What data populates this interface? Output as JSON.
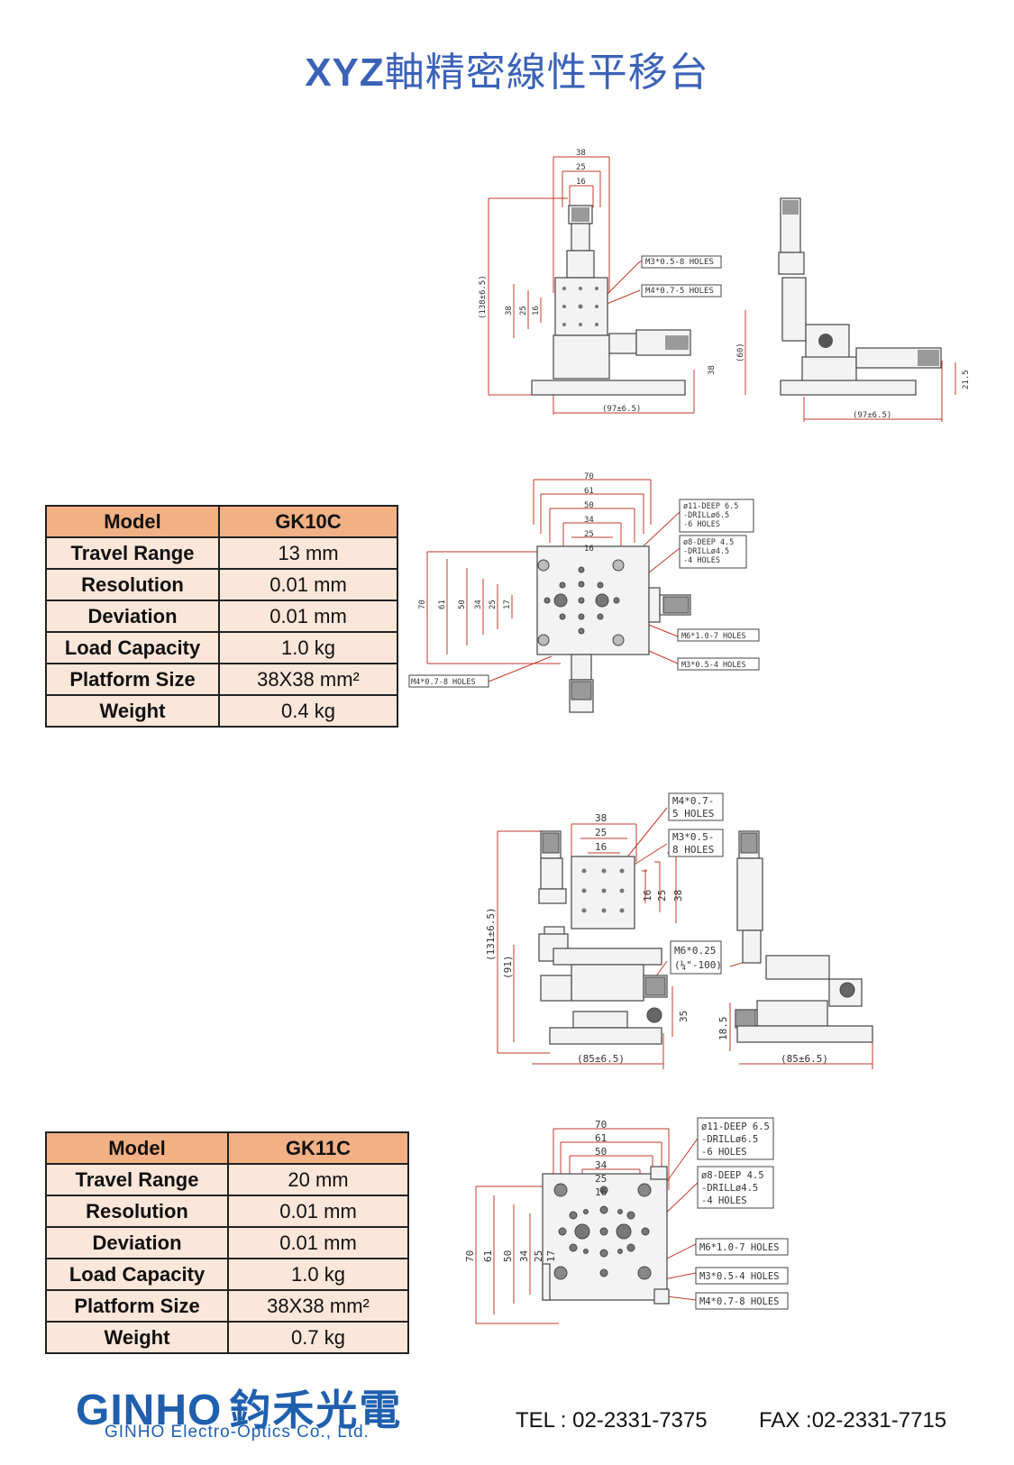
{
  "title": {
    "latin": "XYZ",
    "cjk": "軸精密線性平移台"
  },
  "table1": {
    "header": [
      "Model",
      "GK10C"
    ],
    "rows": [
      [
        "Travel Range",
        "13 mm"
      ],
      [
        "Resolution",
        "0.01 mm"
      ],
      [
        "Deviation",
        "0.01 mm"
      ],
      [
        "Load Capacity",
        "1.0 kg"
      ],
      [
        "Platform Size",
        "38X38 mm²"
      ],
      [
        "Weight",
        "0.4 kg"
      ]
    ]
  },
  "table2": {
    "header": [
      "Model",
      "GK11C"
    ],
    "rows": [
      [
        "Travel Range",
        "20 mm"
      ],
      [
        "Resolution",
        "0.01 mm"
      ],
      [
        "Deviation",
        "0.01 mm"
      ],
      [
        "Load Capacity",
        "1.0 kg"
      ],
      [
        "Platform Size",
        "38X38 mm²"
      ],
      [
        "Weight",
        "0.7 kg"
      ]
    ]
  },
  "drawing1": {
    "dims": [
      "38",
      "25",
      "16",
      "(138±6.5)",
      "38",
      "25",
      "16",
      "38",
      "(60)",
      "(97±6.5)",
      "(97±6.5)",
      "21.5"
    ],
    "callouts": [
      "M3*0.5-8 HOLES",
      "M4*0.7-5 HOLES"
    ]
  },
  "drawing2": {
    "dims": [
      "70",
      "61",
      "50",
      "34",
      "25",
      "16",
      "70",
      "61",
      "50",
      "34",
      "25",
      "17"
    ],
    "callouts": [
      "ø11-DEEP 6.5",
      "-DRILLø6.5",
      "-6 HOLES",
      "ø8-DEEP 4.5",
      "-DRILLø4.5",
      "-4 HOLES",
      "M6*1.0-7 HOLES",
      "M3*0.5-4 HOLES",
      "M4*0.7-8 HOLES"
    ]
  },
  "drawing3": {
    "dims": [
      "38",
      "25",
      "16",
      "16",
      "25",
      "38",
      "(131±6.5)",
      "(91)",
      "35",
      "18.5",
      "(85±6.5)",
      "(85±6.5)"
    ],
    "callouts": [
      "M4*0.7-",
      "5 HOLES",
      "M3*0.5-",
      "8 HOLES",
      "M6*0.25",
      "(¼\"-100)"
    ]
  },
  "drawing4": {
    "dims": [
      "70",
      "61",
      "50",
      "34",
      "25",
      "16",
      "70",
      "61",
      "50",
      "34",
      "25",
      "17"
    ],
    "callouts": [
      "ø11-DEEP 6.5",
      "-DRILLø6.5",
      "-6 HOLES",
      "ø8-DEEP 4.5",
      "-DRILLø4.5",
      "-4 HOLES",
      "M6*1.0-7 HOLES",
      "M3*0.5-4 HOLES",
      "M4*0.7-8 HOLES"
    ]
  },
  "footer": {
    "logo_mark": "GINHO",
    "logo_cjk": "鈞禾光電",
    "company": "GINHO Electro-Optics Co., Ltd.",
    "tel": "TEL : 02-2331-7375",
    "fax": "FAX :02-2331-7715"
  },
  "colors": {
    "title": "#3b62b8",
    "table_header": "#f2b085",
    "table_row": "#fbe6da",
    "dimension_line": "#c0392b",
    "logo": "#1f5fae"
  }
}
